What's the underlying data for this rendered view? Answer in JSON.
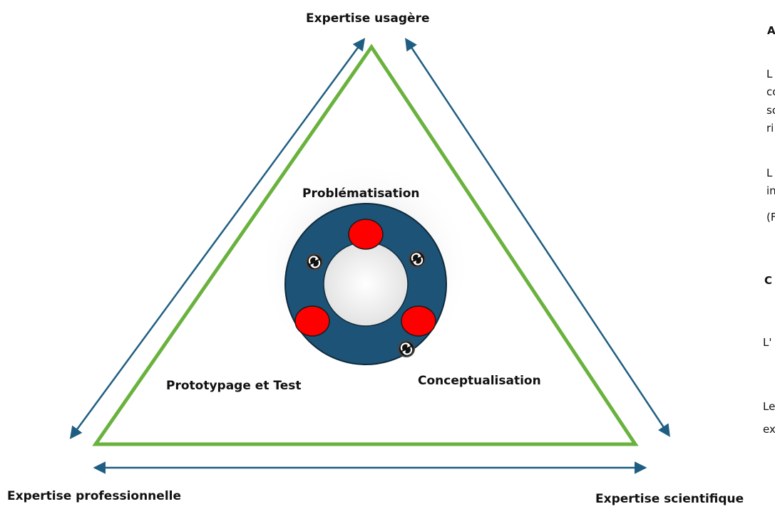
{
  "corners": {
    "top": "Expertise usagère",
    "bottom_left": "Expertise professionnelle",
    "bottom_right": "Expertise scientifique"
  },
  "phases": {
    "top": "Problématisation",
    "left": "Prototypage et Test",
    "right": "Conceptualisation"
  },
  "right_column": {
    "heading_1": "A",
    "lines_1": [
      "L",
      "co",
      "so",
      "ri"
    ],
    "lines_2": [
      "L",
      "in",
      "(F"
    ],
    "heading_2": "C",
    "line_3": "L'",
    "lines_4": [
      "Le",
      "ex"
    ]
  },
  "colors": {
    "triangle": "#6ab23e",
    "arrows": "#1f5e82",
    "ring": "#1d5377",
    "dots": "#ff0000"
  },
  "icons": [
    "cycle-icon",
    "cycle-icon",
    "cycle-icon"
  ]
}
